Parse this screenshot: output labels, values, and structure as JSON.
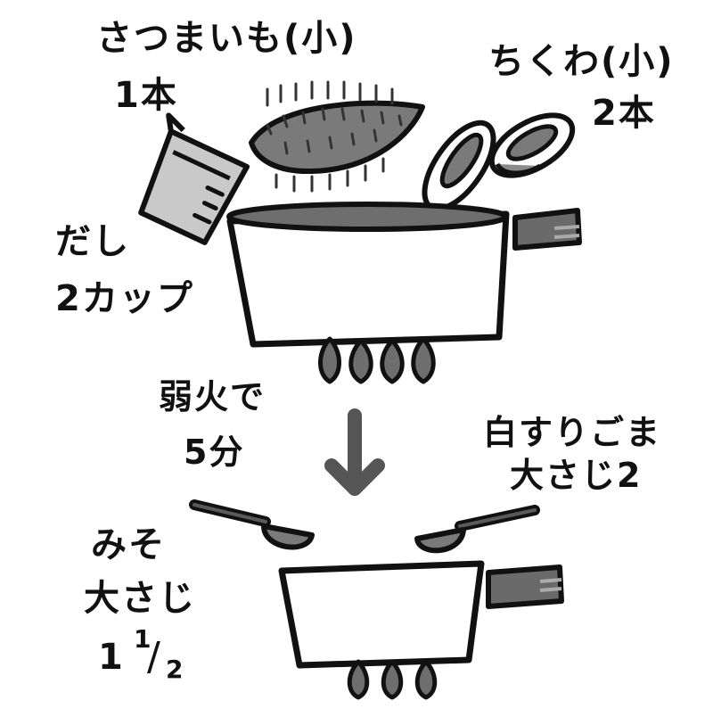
{
  "ingredients": {
    "sweet_potato": {
      "name": "さつまいも(小)",
      "qty": "1本"
    },
    "chikuwa": {
      "name": "ちくわ(小)",
      "qty": "2本"
    },
    "dashi": {
      "name": "だし",
      "qty": "2カップ"
    }
  },
  "step": {
    "line1": "弱火で",
    "line2": "5分"
  },
  "sesame": {
    "name": "白すりごま",
    "qty": "大さじ2"
  },
  "miso": {
    "name": "みそ",
    "unit": "大さじ",
    "whole": "1",
    "frac_num": "1",
    "frac_den": "2"
  },
  "colors": {
    "ink": "#111111",
    "dark_gray": "#555555",
    "mid_gray": "#8a8a8a",
    "light_gray": "#bdbdbd",
    "flame": "#6e6e6e"
  },
  "icons": [
    "measuring-cup-icon",
    "sweet-potato-icon",
    "chikuwa-icon",
    "pot-icon",
    "flame-icon",
    "arrow-down-icon",
    "measuring-spoon-icon"
  ]
}
